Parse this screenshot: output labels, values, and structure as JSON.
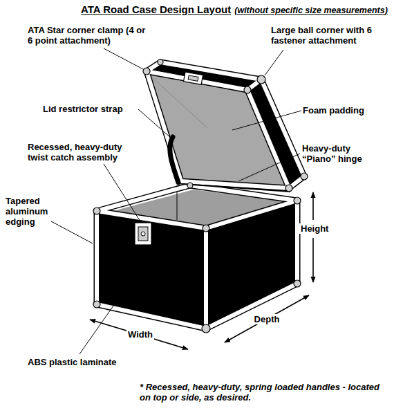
{
  "diagram": {
    "title": "ATA Road Case Design Layout",
    "caption": "* Recessed, heavy-duty, spring loaded handles - located on top or side, as desired.",
    "labels": [
      "(without specific size measurements)",
      "ATA Star corner clamp (4 or 6 point attachment)",
      "Large ball corner with 6 fastener attachment",
      "Lid restrictor strap",
      "Foam padding",
      "Recessed, heavy-duty twist catch assembly",
      "Heavy-duty “Piano” hinge",
      "Tapered aluminum edging",
      "Height",
      "Width",
      "Depth",
      "ABS plastic laminate"
    ]
  }
}
